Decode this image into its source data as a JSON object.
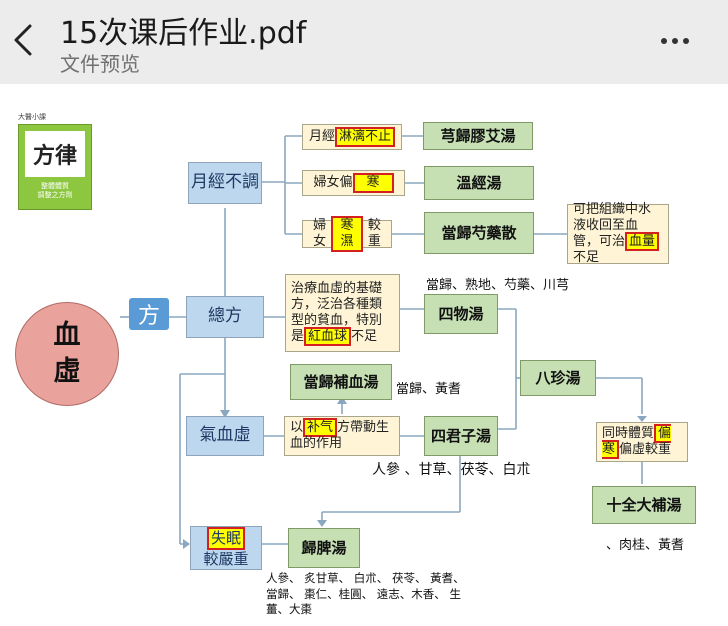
{
  "header": {
    "title": "15次课后作业.pdf",
    "subtitle": "文件预览",
    "back_icon": "chevron-left-icon",
    "more_icon": "more-horizontal-icon"
  },
  "logo": {
    "top_text": "大醫小課",
    "calligraphy": "方律",
    "caption_line1": "整體體質",
    "caption_line2": "調整之方劑"
  },
  "diagram": {
    "circle_line1": "血",
    "circle_line2": "虛",
    "fang": "方",
    "yuejing_butiao": "月經不調",
    "zongfang": "總方",
    "qixuexu": "氣血虛",
    "shimian_hl": "失眠",
    "shimian_rest": "較嚴重",
    "yuejing_pre": "月經",
    "yuejing_hl": "淋漓不止",
    "funv1_pre": "婦女偏",
    "funv1_hl": "寒",
    "funv2_pre": "婦女",
    "funv2_hl": "寒濕",
    "funv2_post": "較重",
    "xiongguijiaoai": "芎歸膠艾湯",
    "wenjingtang": "溫經湯",
    "dangguishaoyao": "當歸芍藥散",
    "note_sw_pre": "可把組織中水液收回至血管，可治",
    "note_sw_hl": "血量",
    "note_sw_post": "不足",
    "note_zong_pre": "治療血虛的基礎方，泛治各種類型的貧血，特別是",
    "note_zong_hl": "紅血球",
    "note_zong_post": "不足",
    "siwutang": "四物湯",
    "siwu_herbs": "當歸、熟地、芍藥、川芎",
    "baguibuxue": "當歸補血湯",
    "baguibuxue_herbs": "當歸、黃耆",
    "bazhentang": "八珍湯",
    "note_buqi_pre": "以",
    "note_buqi_hl": "补气",
    "note_buqi_post": "方帶動生血的作用",
    "sijunzi": "四君子湯",
    "sijunzi_herbs": "人參 、甘草、茯苓、白朮",
    "note_pian_pre": "同時體質",
    "note_pian_hl": "偏寒",
    "note_pian_post": "偏虛較重",
    "shiquan": "十全大補湯",
    "shiquan_herbs": "、肉桂、黃耆",
    "guipitang": "歸脾湯",
    "guipi_herbs": "人參、 炙甘草、 白朮、 茯苓、 黃耆、當歸、 棗仁、桂圓、 遠志、木香、 生薑、大棗"
  }
}
